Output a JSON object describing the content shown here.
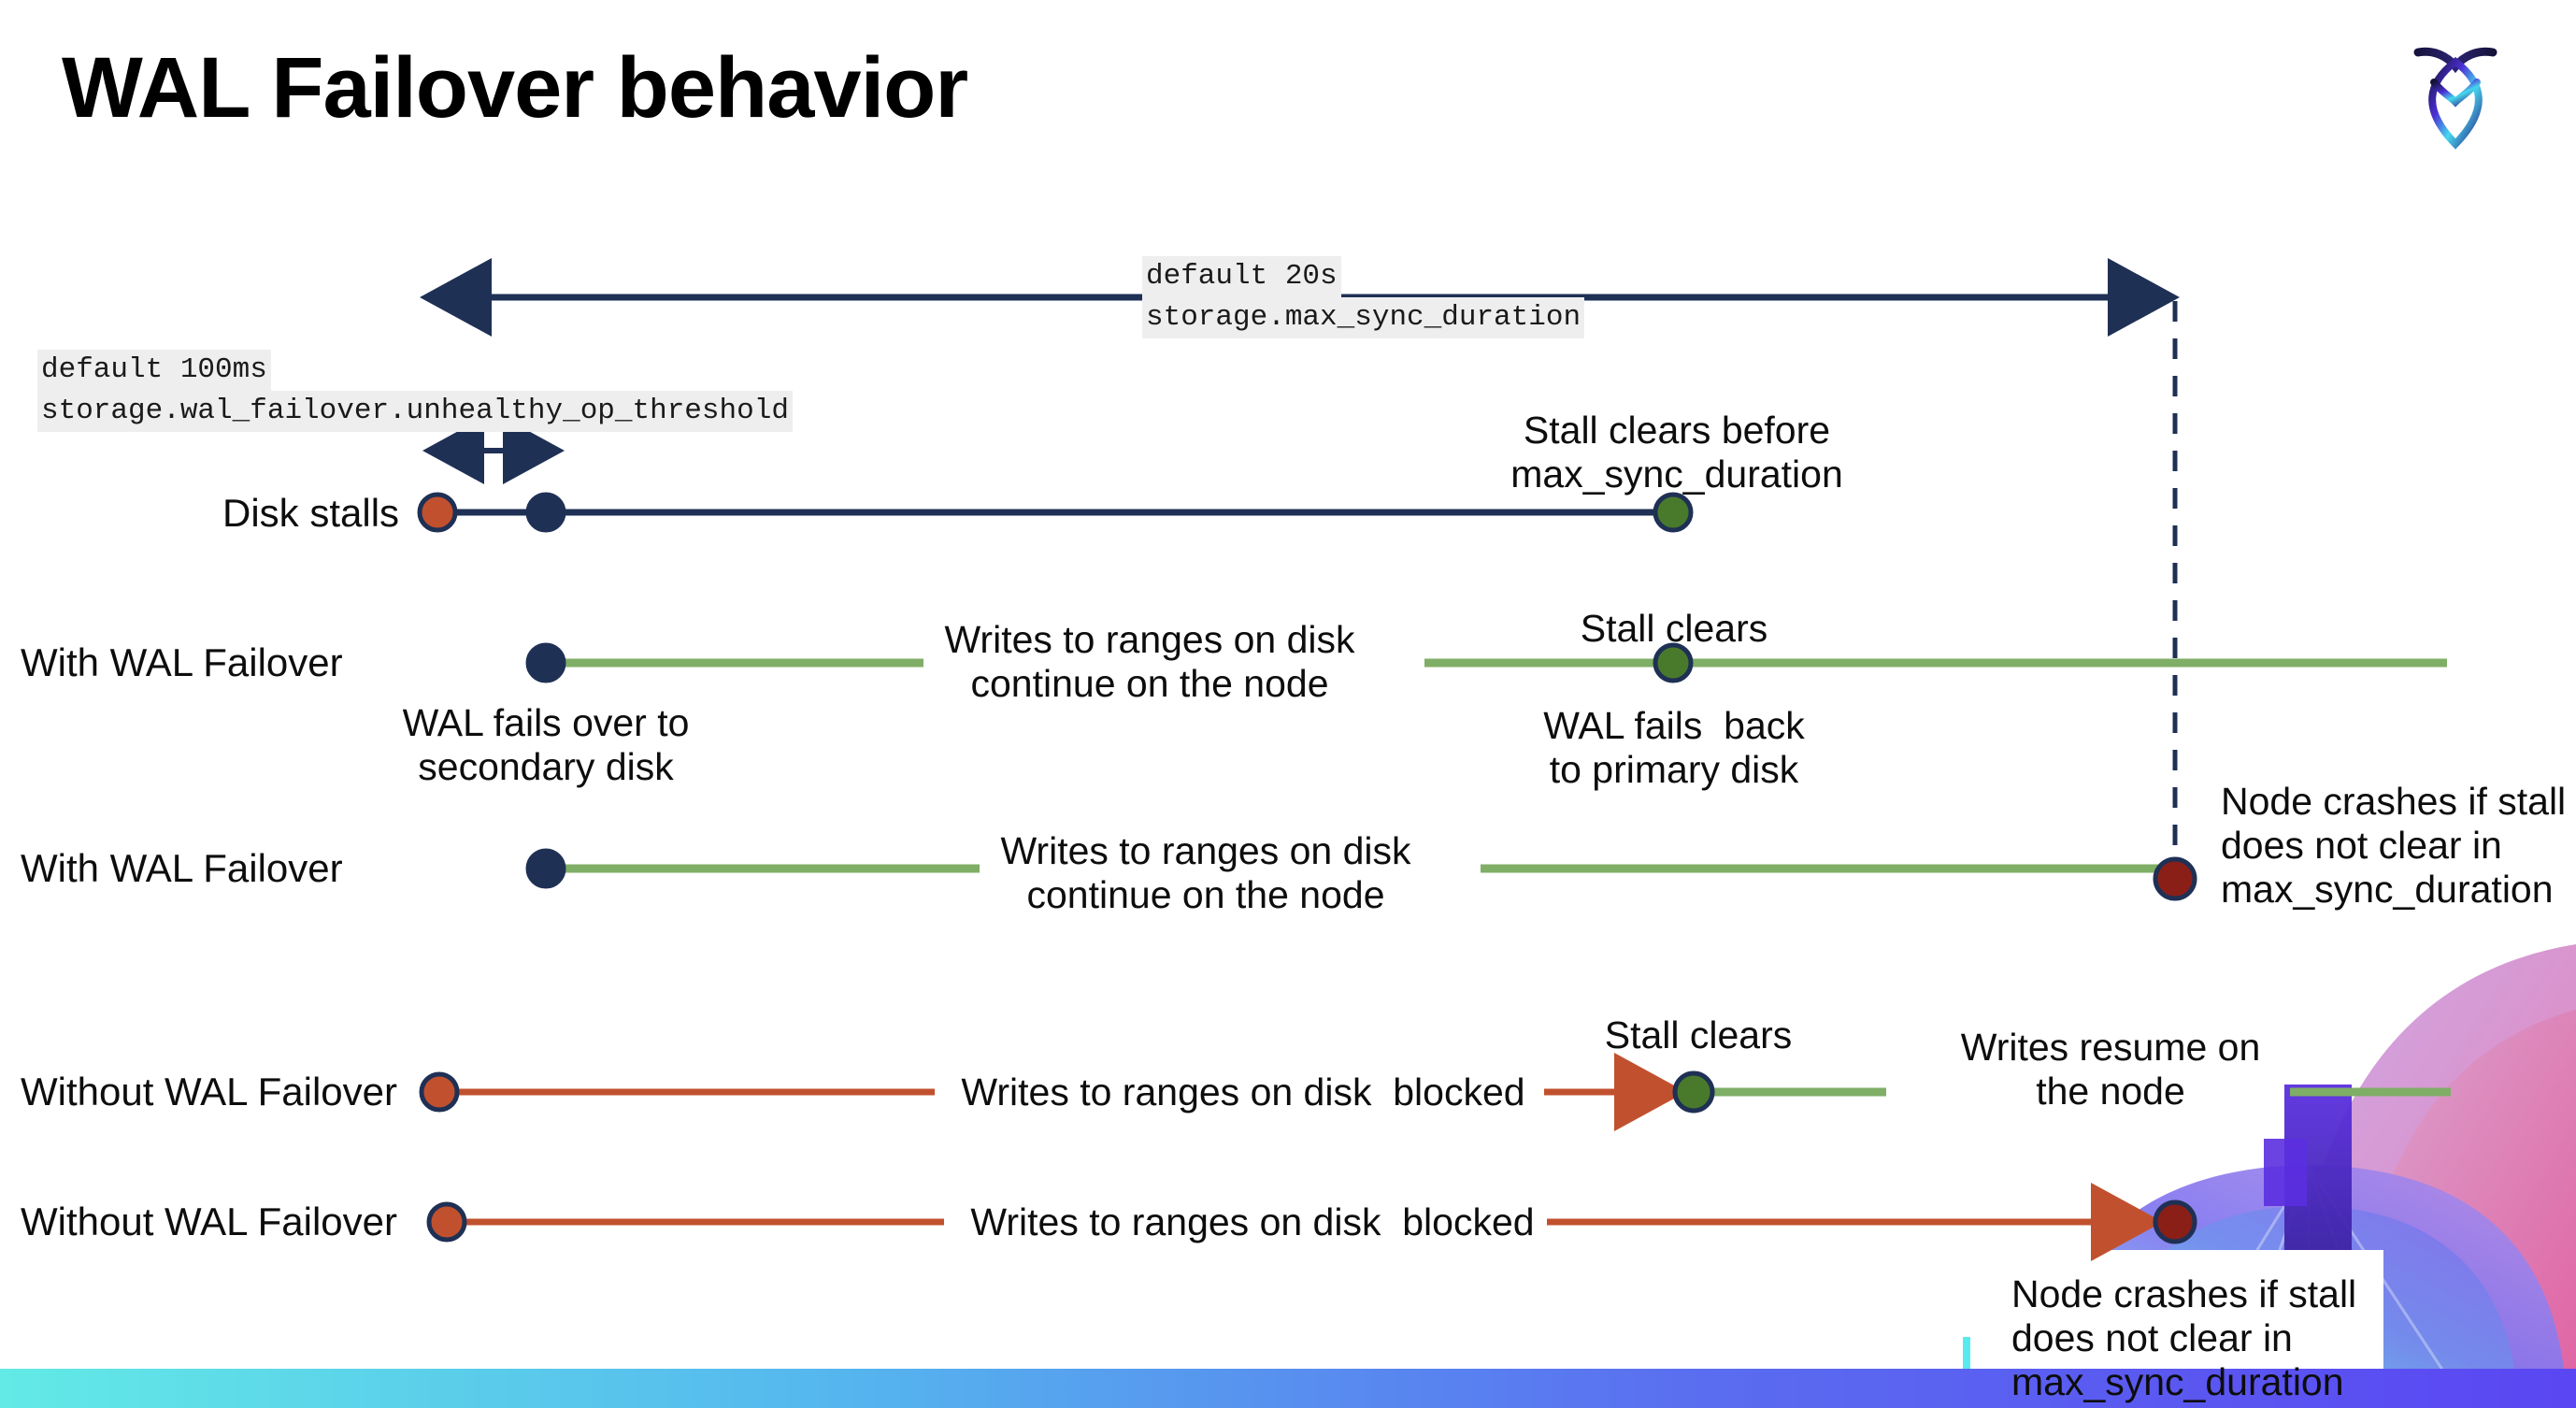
{
  "slide": {
    "title": "WAL Failover behavior",
    "logo_name": "cockroachdb-logo",
    "accent_colors": {
      "navy": "#1f3055",
      "green_line": "#7fae66",
      "green_dot": "#497a2c",
      "orange": "#c1512e",
      "dark_red": "#8a1f18",
      "code_bg": "#eeeeee",
      "bar_gradient_start": "#62eae6",
      "bar_gradient_end": "#5a46f2"
    }
  },
  "annotations": {
    "max_sync": {
      "default": "default 20s",
      "setting": "storage.max_sync_duration"
    },
    "unhealthy_op": {
      "default": "default 100ms",
      "setting": "storage.wal_failover.unhealthy_op_threshold"
    }
  },
  "rows": [
    {
      "id": "disk-stalls",
      "label": "Disk stalls",
      "notes": [
        {
          "id": "stall-clears-before",
          "text": "Stall clears before\nmax_sync_duration"
        }
      ]
    },
    {
      "id": "with-wal-failover-clears",
      "label": "With WAL Failover",
      "notes": [
        {
          "id": "writes-continue",
          "text": "Writes to ranges on disk\ncontinue on the node"
        },
        {
          "id": "wal-fails-over",
          "text": "WAL fails over to\nsecondary disk"
        },
        {
          "id": "stall-clears",
          "text": "Stall clears"
        },
        {
          "id": "wal-fails-back",
          "text": "WAL fails  back\nto primary disk"
        }
      ]
    },
    {
      "id": "with-wal-failover-crash",
      "label": "With WAL Failover",
      "notes": [
        {
          "id": "writes-continue-2",
          "text": "Writes to ranges on disk\ncontinue on the node"
        },
        {
          "id": "node-crashes-1",
          "text": "Node crashes if stall\ndoes not clear in\nmax_sync_duration"
        }
      ]
    },
    {
      "id": "without-wal-failover-clears",
      "label": "Without WAL Failover",
      "notes": [
        {
          "id": "writes-blocked",
          "text": "Writes to ranges on disk  blocked"
        },
        {
          "id": "stall-clears-2",
          "text": "Stall clears"
        },
        {
          "id": "writes-resume",
          "text": "Writes resume on\nthe node"
        }
      ]
    },
    {
      "id": "without-wal-failover-crash",
      "label": "Without WAL Failover",
      "notes": [
        {
          "id": "writes-blocked-2",
          "text": "Writes to ranges on disk  blocked"
        },
        {
          "id": "node-crashes-2",
          "text": "Node crashes if stall\ndoes not clear in\nmax_sync_duration"
        }
      ]
    }
  ],
  "text": {
    "title": "WAL Failover behavior",
    "max_sync_default": "default 20s",
    "max_sync_setting": "storage.max_sync_duration",
    "unhealthy_default": "default 100ms",
    "unhealthy_setting": "storage.wal_failover.unhealthy_op_threshold",
    "disk_stalls": "Disk stalls",
    "stall_clears_before_l1": "Stall clears before",
    "stall_clears_before_l2": "max_sync_duration",
    "with_wal_failover_1": "With WAL Failover",
    "with_wal_failover_2": "With WAL Failover",
    "without_wal_failover_1": "Without WAL Failover",
    "without_wal_failover_2": "Without WAL Failover",
    "writes_continue_a_l1": "Writes to ranges on disk",
    "writes_continue_a_l2": "continue on the node",
    "writes_continue_b_l1": "Writes to ranges on disk",
    "writes_continue_b_l2": "continue on the node",
    "wal_fails_over_l1": "WAL fails over to",
    "wal_fails_over_l2": "secondary disk",
    "stall_clears_1": "Stall clears",
    "wal_fails_back_l1": "WAL fails  back",
    "wal_fails_back_l2": "to primary disk",
    "node_crashes_1_l1": "Node crashes if stall",
    "node_crashes_1_l2": "does not clear in",
    "node_crashes_1_l3": "max_sync_duration",
    "writes_blocked_1": "Writes to ranges on disk  blocked",
    "stall_clears_2": "Stall clears",
    "writes_resume_l1": "Writes resume on",
    "writes_resume_l2": "the node",
    "writes_blocked_2": "Writes to ranges on disk  blocked",
    "node_crashes_2_l1": "Node crashes if stall",
    "node_crashes_2_l2": "does not clear in",
    "node_crashes_2_l3": "max_sync_duration"
  }
}
